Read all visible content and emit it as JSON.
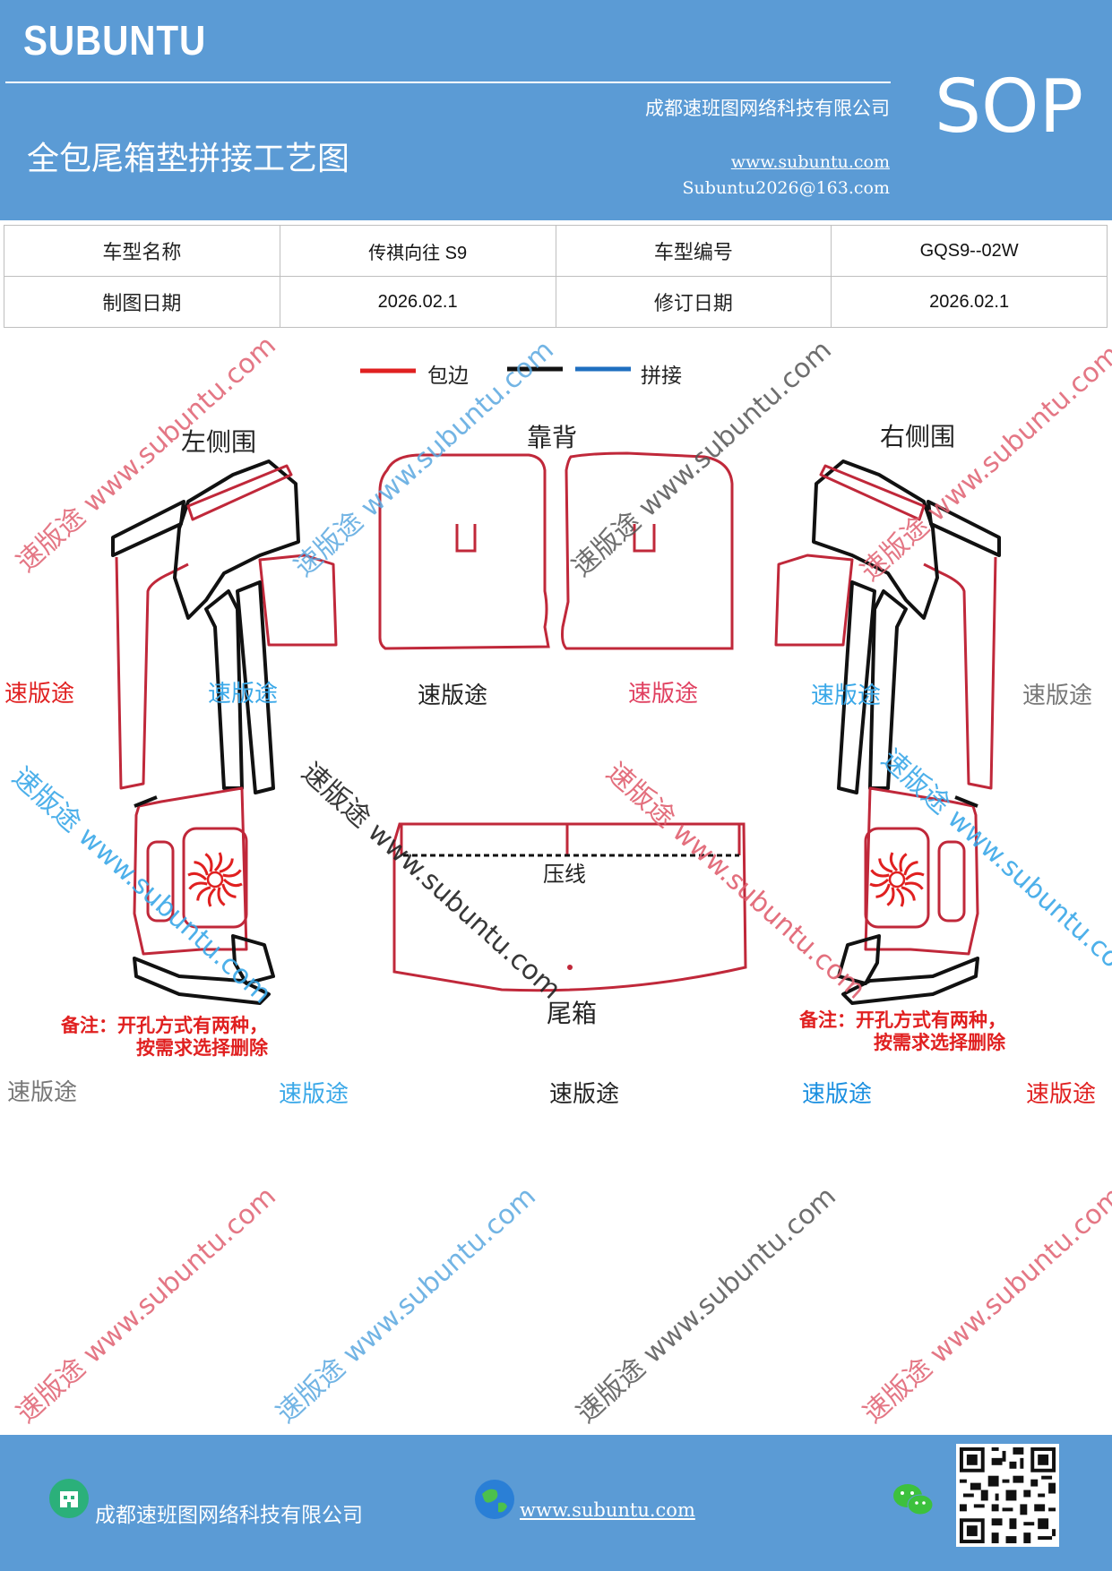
{
  "header": {
    "brand": "SUBUNTU",
    "company": "成都速班图网络科技有限公司",
    "title": "全包尾箱垫拼接工艺图",
    "website": "www.subuntu.com",
    "email": "Subuntu2026@163.com",
    "badge": "SOP"
  },
  "info": {
    "row1": {
      "label1": "车型名称",
      "value1": "传祺向往 S9",
      "label2": "车型编号",
      "value2": "GQS9--02W"
    },
    "row2": {
      "label1": "制图日期",
      "value1": "2026.02.1",
      "label2": "修订日期",
      "value2": "2026.02.1"
    }
  },
  "legend": {
    "edge": "包边",
    "splice": "拼接"
  },
  "parts": {
    "left_side": "左侧围",
    "backrest": "靠背",
    "right_side": "右侧围",
    "press_line": "压线",
    "trunk": "尾箱"
  },
  "notes": {
    "left_line1": "备注：开孔方式有两种，",
    "left_line2": "按需求选择删除",
    "right_line1": "备注：开孔方式有两种，",
    "right_line2": "按需求选择删除"
  },
  "watermark": {
    "brand": "速版途",
    "url": "www.subuntu.com"
  },
  "footer": {
    "company": "成都速班图网络科技有限公司",
    "website": "www.subuntu.com"
  },
  "colors": {
    "header_bg": "#5b9bd5",
    "edge": "#e02020",
    "splice_black": "#111111",
    "splice_blue": "#1f6fc0"
  }
}
